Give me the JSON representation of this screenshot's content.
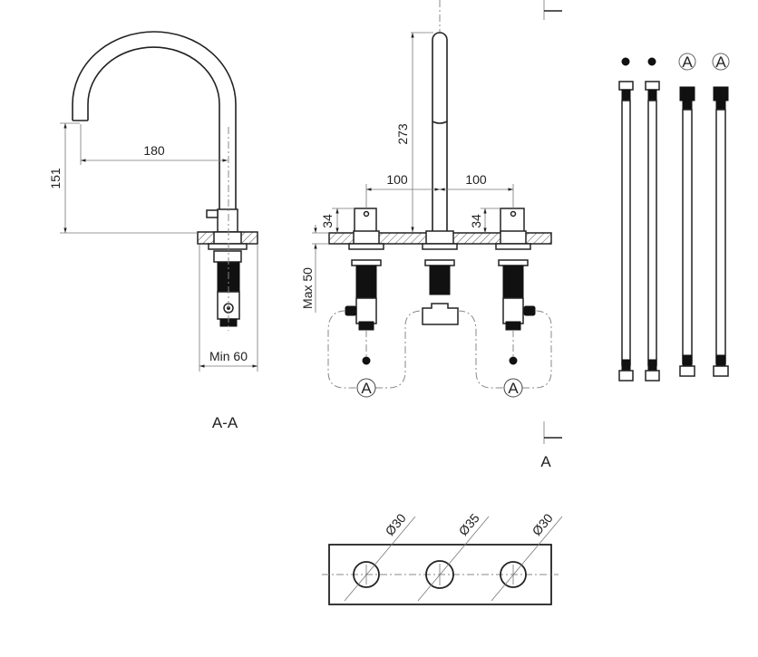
{
  "side_view": {
    "height_label": "151",
    "reach_label": "180",
    "min_width_label": "Min 60",
    "section_label": "A-A"
  },
  "front_view": {
    "spout_height_label": "273",
    "spacing_left_label": "100",
    "spacing_right_label": "100",
    "handle_left_label": "34",
    "handle_right_label": "34",
    "max_thickness_label": "Max 50",
    "connection_left_label": "A",
    "connection_right_label": "A",
    "section_marker_label": "A"
  },
  "hoses": {
    "marker_3_label": "A",
    "marker_4_label": "A"
  },
  "cutout": {
    "hole_left_label": "Ø30",
    "hole_center_label": "Ø35",
    "hole_right_label": "Ø30"
  },
  "colors": {
    "line": "#222222",
    "dim": "#777777"
  }
}
